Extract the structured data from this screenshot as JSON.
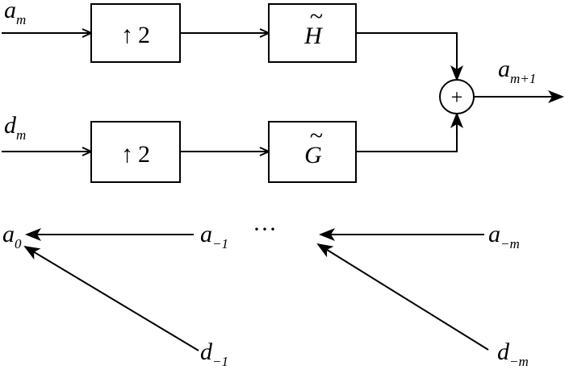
{
  "signals": {
    "a_m": {
      "base": "a",
      "sub": "m"
    },
    "d_m": {
      "base": "d",
      "sub": "m"
    },
    "a_m1": {
      "base": "a",
      "sub": "m+1"
    },
    "a0": {
      "base": "a",
      "sub": "0"
    },
    "a_neg1": {
      "base": "a",
      "sub": "−1"
    },
    "a_negm": {
      "base": "a",
      "sub": "−m"
    },
    "d_neg1": {
      "base": "d",
      "sub": "−1"
    },
    "d_negm": {
      "base": "d",
      "sub": "−m"
    }
  },
  "boxes": {
    "up_top": {
      "arrow": "↑",
      "factor": "2"
    },
    "up_bottom": {
      "arrow": "↑",
      "factor": "2"
    },
    "h_tilde": {
      "letter": "H",
      "tilde": "~"
    },
    "g_tilde": {
      "letter": "G",
      "tilde": "~"
    }
  },
  "adder": {
    "symbol": "+"
  },
  "ellipsis": "···"
}
